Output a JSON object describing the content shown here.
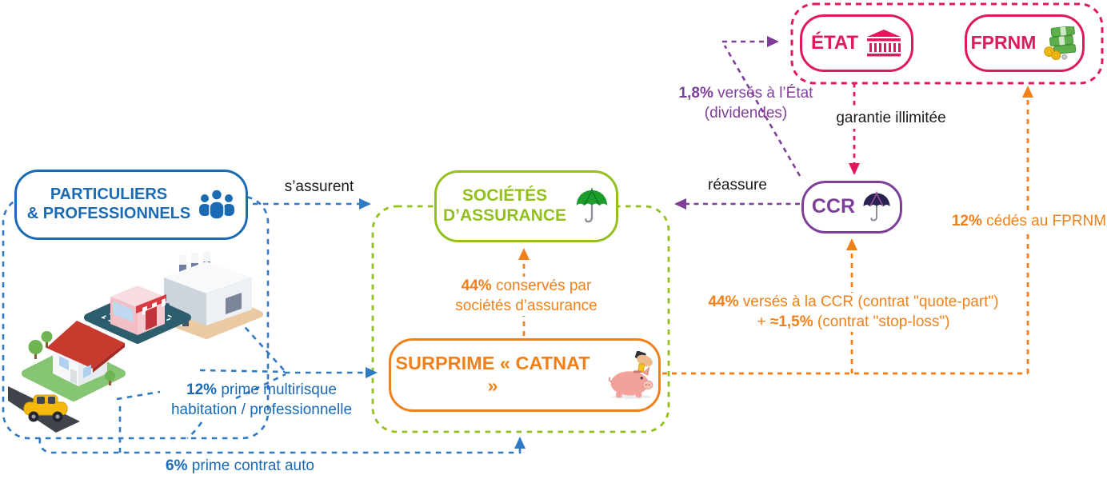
{
  "diagram_subject": "Régime d'indemnisation des catastrophes naturelles (surprime CatNat)",
  "colors": {
    "blue": "#1A6AB4",
    "blue_line": "#2F7AC6",
    "green": "#93C01F",
    "green_umbrella": "#1E9C2E",
    "orange": "#F0801A",
    "purple": "#7E3F98",
    "pink": "#E0185C",
    "text_black": "#1A1A1A"
  },
  "nodes": {
    "particuliers": {
      "line1": "PARTICULIERS",
      "line2": "& PROFESSIONNELS",
      "icon": "people-icon"
    },
    "societes": {
      "line1": "SOCIÉTÉS",
      "line2": "D’ASSURANCE",
      "icon": "green-umbrella-icon"
    },
    "surprime": {
      "label": "SURPRIME « CATNAT »",
      "icon": "piggy-bank-icon"
    },
    "ccr": {
      "label": "CCR",
      "icon": "purple-umbrella-icon"
    },
    "etat": {
      "label": "ÉTAT",
      "icon": "bank-building-icon"
    },
    "fprnm": {
      "label": "FPRNM",
      "icon": "money-stack-icon"
    }
  },
  "edges": {
    "assurent": {
      "label": "s’assurent"
    },
    "multirisque": {
      "pct": "12%",
      "rest": " prime multirisque",
      "line2": "habitation / professionnelle"
    },
    "auto": {
      "pct": "6%",
      "rest": " prime contrat auto"
    },
    "conserves": {
      "pct": "44%",
      "rest": " conservés par",
      "line2": "sociétés d’assurance"
    },
    "verses_ccr": {
      "pct": "44%",
      "rest": " versés à la CCR (contrat \"quote-part\")",
      "line2_prefix": "+ ",
      "line2_pct": "≈1,5%",
      "line2_rest": " (contrat \"stop-loss\")"
    },
    "cedes": {
      "pct": "12%",
      "rest": " cédés au FPRNM"
    },
    "reassure": {
      "label": "réassure"
    },
    "dividendes": {
      "pct": "1,8%",
      "rest": " versés à l’État",
      "line2": "(dividendes)"
    },
    "garantie": {
      "label": "garantie illimitée"
    }
  }
}
